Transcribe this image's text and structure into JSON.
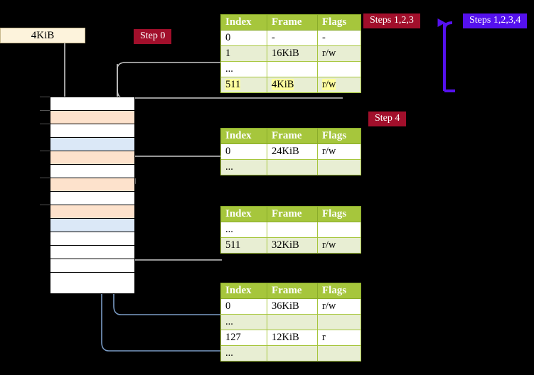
{
  "diagram": {
    "title": "page-table-walk",
    "vaddr_box": {
      "label": "4KiB"
    },
    "badges": {
      "step0": "Step 0",
      "step4": "Step 4",
      "steps123": "Steps 1,2,3",
      "steps1234": "Steps 1,2,3,4"
    },
    "colors": {
      "table_header": "#a6c63c",
      "table_alt_row": "#e8eed3",
      "highlight": "#ffff9e",
      "vaddr_box": "#fdf3dc",
      "mem_orange": "#fde2cc",
      "mem_blue": "#dbe8f7",
      "badge_red": "#a10f2b",
      "badge_blue": "#5511ee",
      "wire_gray": "#cccccc",
      "wire_blue": "#7a9cc6",
      "arrow_purple": "#5511ee"
    }
  },
  "memory_column": {
    "name": "physical-memory",
    "rows": [
      {
        "fill": "white",
        "tick": true
      },
      {
        "fill": "orange",
        "tick": true
      },
      {
        "fill": "white",
        "tick": true
      },
      {
        "fill": "blue",
        "tick": false
      },
      {
        "fill": "orange",
        "tick": true
      },
      {
        "fill": "white",
        "tick": false
      },
      {
        "fill": "orange",
        "tick": true
      },
      {
        "fill": "white",
        "tick": false
      },
      {
        "fill": "orange",
        "tick": true
      },
      {
        "fill": "blue",
        "tick": false
      },
      {
        "fill": "white",
        "tick": false
      },
      {
        "fill": "white",
        "tick": false
      },
      {
        "fill": "white",
        "tick": false
      },
      {
        "fill": "white",
        "tick": false
      }
    ]
  },
  "tables": [
    {
      "name": "page-table-level-0",
      "columns": [
        "Index",
        "Frame",
        "Flags"
      ],
      "rows": [
        {
          "cells": [
            "0",
            "-",
            "-"
          ],
          "alt": false,
          "highlight": false
        },
        {
          "cells": [
            "1",
            "16KiB",
            "r/w"
          ],
          "alt": true,
          "highlight": false
        },
        {
          "cells": [
            "...",
            "",
            ""
          ],
          "alt": false,
          "highlight": false
        },
        {
          "cells": [
            "511",
            "4KiB",
            "r/w"
          ],
          "alt": true,
          "highlight": true
        }
      ]
    },
    {
      "name": "page-table-level-1",
      "columns": [
        "Index",
        "Frame",
        "Flags"
      ],
      "rows": [
        {
          "cells": [
            "0",
            "24KiB",
            "r/w"
          ],
          "alt": false,
          "highlight": false
        },
        {
          "cells": [
            "...",
            "",
            ""
          ],
          "alt": true,
          "highlight": false
        }
      ]
    },
    {
      "name": "page-table-level-2",
      "columns": [
        "Index",
        "Frame",
        "Flags"
      ],
      "rows": [
        {
          "cells": [
            "...",
            "",
            ""
          ],
          "alt": false,
          "highlight": false
        },
        {
          "cells": [
            "511",
            "32KiB",
            "r/w"
          ],
          "alt": true,
          "highlight": false
        }
      ]
    },
    {
      "name": "page-table-level-3",
      "columns": [
        "Index",
        "Frame",
        "Flags"
      ],
      "rows": [
        {
          "cells": [
            "0",
            "36KiB",
            "r/w"
          ],
          "alt": false,
          "highlight": false
        },
        {
          "cells": [
            "...",
            "",
            ""
          ],
          "alt": true,
          "highlight": false
        },
        {
          "cells": [
            "127",
            "12KiB",
            "r"
          ],
          "alt": false,
          "highlight": false
        },
        {
          "cells": [
            "...",
            "",
            ""
          ],
          "alt": true,
          "highlight": false
        }
      ]
    }
  ]
}
